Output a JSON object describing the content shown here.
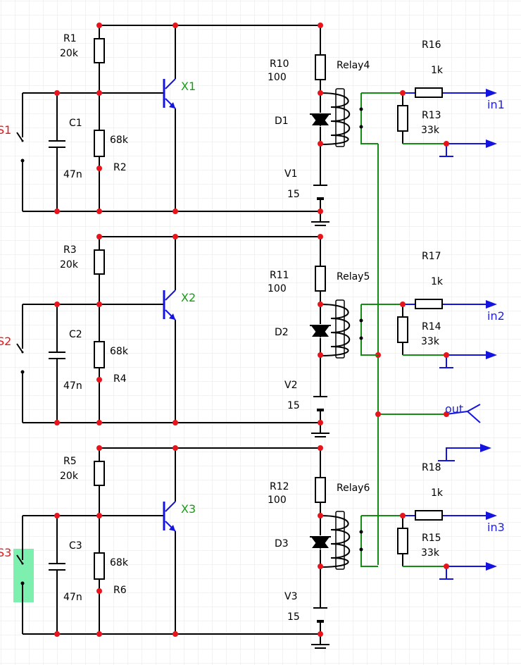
{
  "colors": {
    "wire": "#000000",
    "relay_wire": "#138c13",
    "output": "#1414e0",
    "node": "#e8141b",
    "switch_label": "#e8141b",
    "transistor_label": "#11a10f",
    "highlight": "#7df0b0",
    "grid": "#e4e4e4"
  },
  "stages": [
    {
      "switch": "S1",
      "capacitor": "C1",
      "capacitor_value": "47n",
      "r_top": "R1",
      "r_top_value": "20k",
      "r_bottom_value": "68k",
      "r_bottom": "R2",
      "transistor": "X1",
      "r_relay": "R10",
      "r_relay_value": "100",
      "relay": "Relay4",
      "diode": "D1",
      "source": "V1",
      "source_value": "15",
      "r_series": "R16",
      "r_series_value": "1k",
      "r_shunt": "R13",
      "r_shunt_value": "33k",
      "output": "in1",
      "highlighted": false
    },
    {
      "switch": "S2",
      "capacitor": "C2",
      "capacitor_value": "47n",
      "r_top": "R3",
      "r_top_value": "20k",
      "r_bottom_value": "68k",
      "r_bottom": "R4",
      "transistor": "X2",
      "r_relay": "R11",
      "r_relay_value": "100",
      "relay": "Relay5",
      "diode": "D2",
      "source": "V2",
      "source_value": "15",
      "r_series": "R17",
      "r_series_value": "1k",
      "r_shunt": "R14",
      "r_shunt_value": "33k",
      "output": "in2",
      "highlighted": false
    },
    {
      "switch": "S3",
      "capacitor": "C3",
      "capacitor_value": "47n",
      "r_top": "R5",
      "r_top_value": "20k",
      "r_bottom_value": "68k",
      "r_bottom": "R6",
      "transistor": "X3",
      "r_relay": "R12",
      "r_relay_value": "100",
      "relay": "Relay6",
      "diode": "D3",
      "source": "V3",
      "source_value": "15",
      "r_series": "R18",
      "r_series_value": "1k",
      "r_shunt": "R15",
      "r_shunt_value": "33k",
      "output": "in3",
      "highlighted": true
    }
  ],
  "common": {
    "output_label": "out"
  }
}
